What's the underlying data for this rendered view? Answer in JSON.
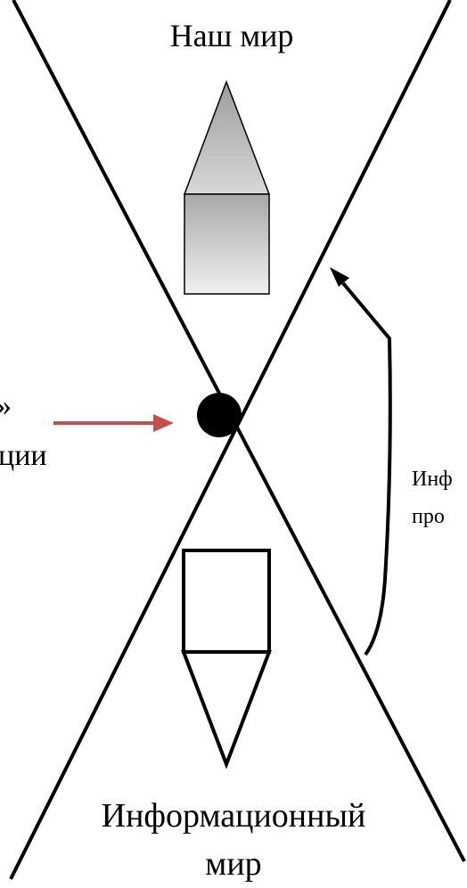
{
  "labels": {
    "top_world": "Наш мир",
    "bottom_world_line1": "Информационный",
    "bottom_world_line2": "мир",
    "left_fragment_line1": "»",
    "left_fragment_line2": "ции",
    "right_fragment_line1": "Инф",
    "right_fragment_line2": "про"
  },
  "colors": {
    "lines": "#000000",
    "red_arrow": "#c0504d",
    "top_shape_gradient_top": "#9c9c9c",
    "top_shape_gradient_bottom": "#f0f0f0",
    "bottom_shape_fill": "#ffffff"
  },
  "icons": {
    "center_point": "filled-black-circle",
    "top_object": "pencil-up-gray",
    "bottom_object": "pencil-down-outline"
  }
}
